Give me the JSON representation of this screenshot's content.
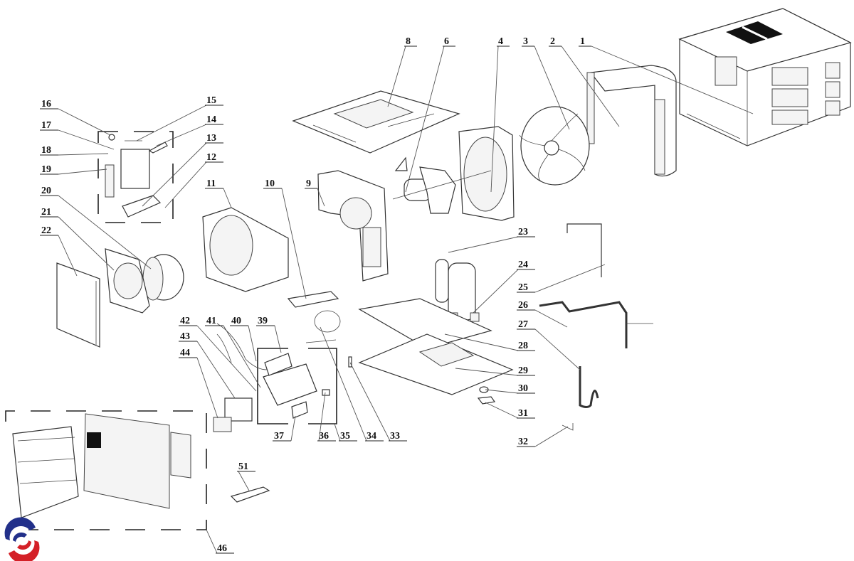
{
  "diagram": {
    "type": "exploded-parts-diagram",
    "subject": "window air conditioner",
    "logo": {
      "name": "brand-logo",
      "colors": {
        "blue": "#22308a",
        "red": "#d42027"
      }
    },
    "callouts": [
      {
        "id": "1",
        "label": "1"
      },
      {
        "id": "2",
        "label": "2"
      },
      {
        "id": "3",
        "label": "3"
      },
      {
        "id": "4",
        "label": "4"
      },
      {
        "id": "6",
        "label": "6"
      },
      {
        "id": "8",
        "label": "8"
      },
      {
        "id": "9",
        "label": "9"
      },
      {
        "id": "10",
        "label": "10"
      },
      {
        "id": "11",
        "label": "11"
      },
      {
        "id": "12",
        "label": "12"
      },
      {
        "id": "13",
        "label": "13"
      },
      {
        "id": "14",
        "label": "14"
      },
      {
        "id": "15",
        "label": "15"
      },
      {
        "id": "16",
        "label": "16"
      },
      {
        "id": "17",
        "label": "17"
      },
      {
        "id": "18",
        "label": "18"
      },
      {
        "id": "19",
        "label": "19"
      },
      {
        "id": "20",
        "label": "20"
      },
      {
        "id": "21",
        "label": "21"
      },
      {
        "id": "22",
        "label": "22"
      },
      {
        "id": "23",
        "label": "23"
      },
      {
        "id": "24",
        "label": "24"
      },
      {
        "id": "25",
        "label": "25"
      },
      {
        "id": "26",
        "label": "26"
      },
      {
        "id": "27",
        "label": "27"
      },
      {
        "id": "28",
        "label": "28"
      },
      {
        "id": "29",
        "label": "29"
      },
      {
        "id": "30",
        "label": "30"
      },
      {
        "id": "31",
        "label": "31"
      },
      {
        "id": "32",
        "label": "32"
      },
      {
        "id": "33",
        "label": "33"
      },
      {
        "id": "34",
        "label": "34"
      },
      {
        "id": "35",
        "label": "35"
      },
      {
        "id": "36",
        "label": "36"
      },
      {
        "id": "37",
        "label": "37"
      },
      {
        "id": "39",
        "label": "39"
      },
      {
        "id": "40",
        "label": "40"
      },
      {
        "id": "41",
        "label": "41"
      },
      {
        "id": "42",
        "label": "42"
      },
      {
        "id": "43",
        "label": "43"
      },
      {
        "id": "44",
        "label": "44"
      },
      {
        "id": "46",
        "label": "46"
      },
      {
        "id": "51",
        "label": "51"
      }
    ]
  }
}
